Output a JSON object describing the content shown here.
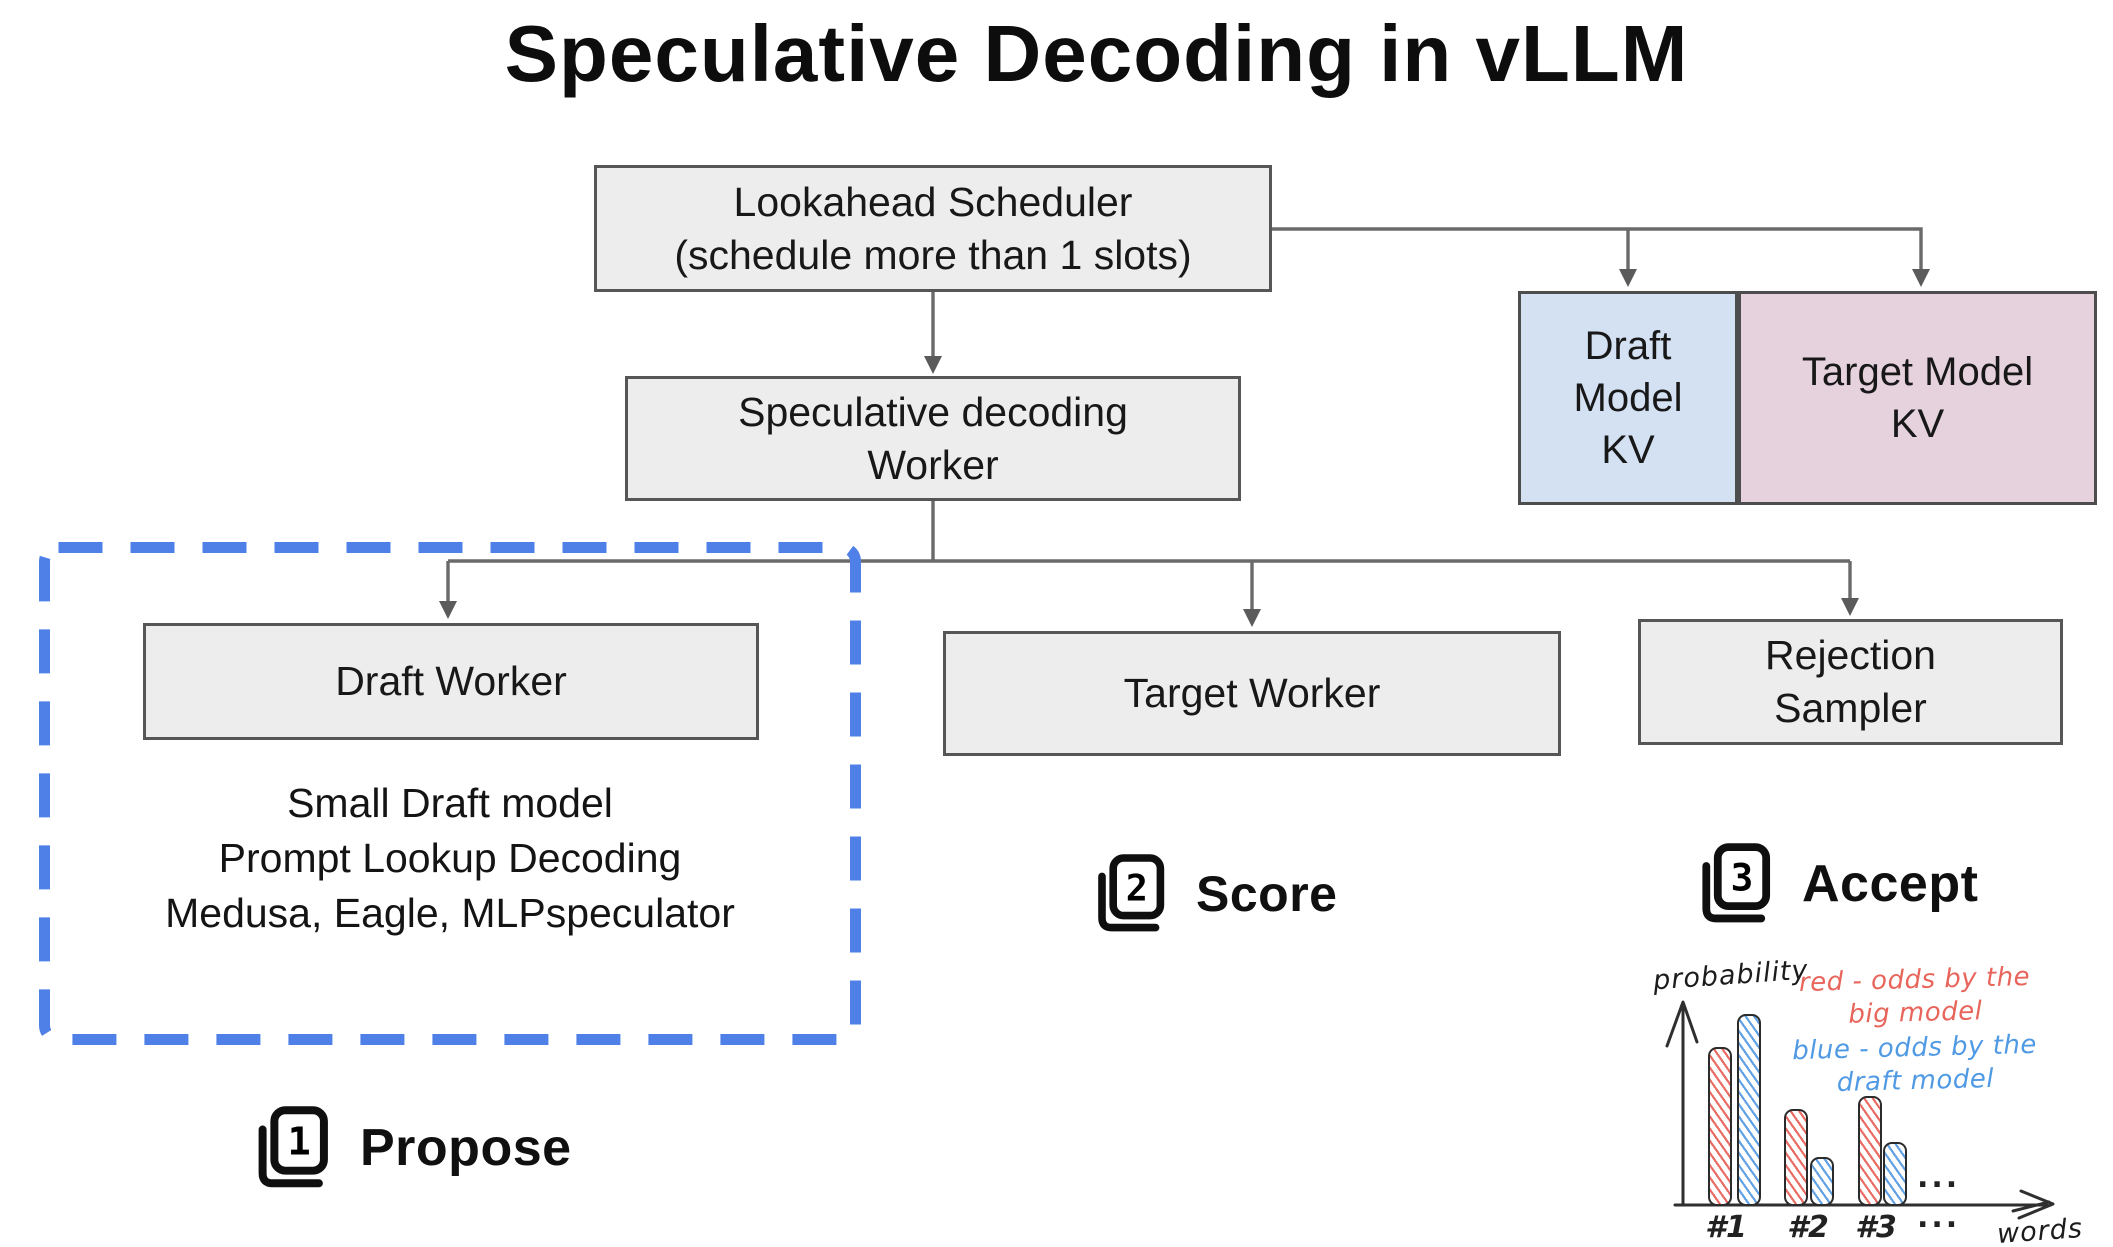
{
  "title": "Speculative Decoding in vLLM",
  "boxes": {
    "lookahead_scheduler": {
      "line1": "Lookahead Scheduler",
      "line2": "(schedule more than 1 slots)"
    },
    "spec_decoding_worker": {
      "line1": "Speculative decoding",
      "line2": "Worker"
    },
    "draft_worker": {
      "label": "Draft Worker"
    },
    "target_worker": {
      "label": "Target Worker"
    },
    "rejection_sampler": {
      "line1": "Rejection",
      "line2": "Sampler"
    },
    "draft_model_kv": {
      "line1": "Draft",
      "line2": "Model",
      "line3": "KV"
    },
    "target_model_kv": {
      "line1": "Target Model",
      "line2": "KV"
    }
  },
  "draft_worker_methods": {
    "line1": "Small Draft model",
    "line2": "Prompt Lookup Decoding",
    "line3": "Medusa, Eagle, MLPspeculator"
  },
  "steps": [
    {
      "num": "1",
      "label": "Propose"
    },
    {
      "num": "2",
      "label": "Score"
    },
    {
      "num": "3",
      "label": "Accept"
    }
  ],
  "colors": {
    "dashed_region_blue": "#4f80e8",
    "box_fill": "#ededed",
    "box_border": "#565656",
    "draft_kv_fill": "#d3e1f3",
    "target_kv_fill": "#e6d2dd",
    "connector_gray": "#6a6a6a",
    "bar_red": "#e8655c",
    "bar_blue": "#5a9de2"
  },
  "chart_data": {
    "type": "bar",
    "title": "",
    "ylabel": "probability",
    "xlabel": "words",
    "categories": [
      "#1",
      "#2",
      "#3"
    ],
    "series": [
      {
        "name": "red - odds by the big model",
        "color": "#e8655c",
        "values": [
          0.62,
          0.38,
          0.43
        ]
      },
      {
        "name": "blue - odds by the draft model",
        "color": "#5a9de2",
        "values": [
          0.75,
          0.19,
          0.25
        ]
      }
    ],
    "legend": [
      {
        "line1": "red - odds by the",
        "line2": "big model",
        "color": "#e8655c"
      },
      {
        "line1": "blue - odds by the",
        "line2": "draft model",
        "color": "#509ae4"
      }
    ],
    "ellipsis": "...",
    "ylim": [
      0,
      1
    ],
    "grid": false,
    "legend_position": "top-right",
    "axis_style": "hand-drawn"
  }
}
